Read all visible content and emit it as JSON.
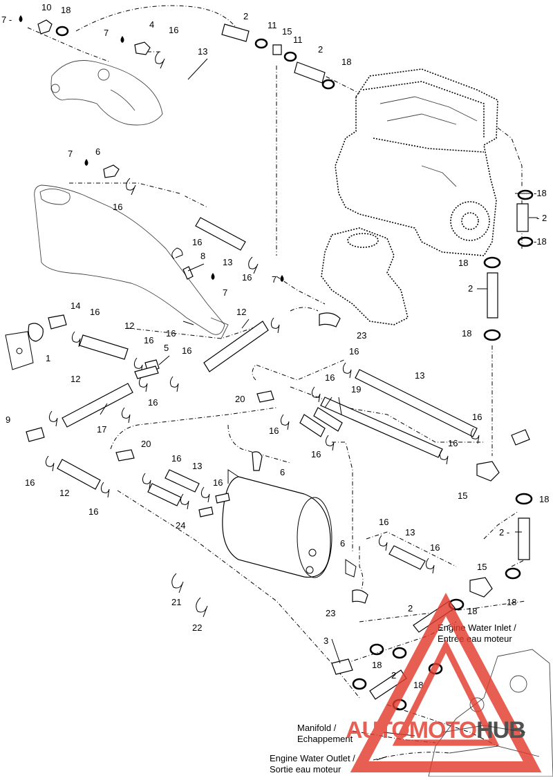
{
  "callouts": [
    {
      "n": "7 -"
    },
    {
      "n": "10"
    },
    {
      "n": "18"
    },
    {
      "n": "2"
    },
    {
      "n": "11"
    },
    {
      "n": "15"
    },
    {
      "n": "11"
    },
    {
      "n": "2"
    },
    {
      "n": "18"
    },
    {
      "n": "7"
    },
    {
      "n": "4"
    },
    {
      "n": "16"
    },
    {
      "n": "13"
    },
    {
      "n": "7"
    },
    {
      "n": "6"
    },
    {
      "n": "16"
    },
    {
      "n": "-18"
    },
    {
      "n": "- 2"
    },
    {
      "n": "-18"
    },
    {
      "n": "16"
    },
    {
      "n": "8"
    },
    {
      "n": "13"
    },
    {
      "n": "16"
    },
    {
      "n": "7"
    },
    {
      "n": "7"
    },
    {
      "n": "18"
    },
    {
      "n": "2"
    },
    {
      "n": "14"
    },
    {
      "n": "16"
    },
    {
      "n": "12"
    },
    {
      "n": "16"
    },
    {
      "n": "12"
    },
    {
      "n": "23"
    },
    {
      "n": "18"
    },
    {
      "n": "1"
    },
    {
      "n": "16"
    },
    {
      "n": "5"
    },
    {
      "n": "16"
    },
    {
      "n": "16"
    },
    {
      "n": "12"
    },
    {
      "n": "16"
    },
    {
      "n": "16"
    },
    {
      "n": "13"
    },
    {
      "n": "16"
    },
    {
      "n": "20"
    },
    {
      "n": "19"
    },
    {
      "n": "9"
    },
    {
      "n": "17"
    },
    {
      "n": "16"
    },
    {
      "n": "16"
    },
    {
      "n": "16"
    },
    {
      "n": "20"
    },
    {
      "n": "16"
    },
    {
      "n": "13"
    },
    {
      "n": "6"
    },
    {
      "n": "16"
    },
    {
      "n": "16"
    },
    {
      "n": "15"
    },
    {
      "n": "18"
    },
    {
      "n": "12"
    },
    {
      "n": "16"
    },
    {
      "n": "24"
    },
    {
      "n": "2 -"
    },
    {
      "n": "16"
    },
    {
      "n": "13"
    },
    {
      "n": "6"
    },
    {
      "n": "16"
    },
    {
      "n": "15"
    },
    {
      "n": "21"
    },
    {
      "n": "23"
    },
    {
      "n": "18"
    },
    {
      "n": "2"
    },
    {
      "n": "18"
    },
    {
      "n": "22"
    },
    {
      "n": "3"
    },
    {
      "n": "18"
    },
    {
      "n": "2"
    },
    {
      "n": "18"
    }
  ],
  "labels": {
    "inlet_en": "Engine Water Inlet /",
    "inlet_fr": "Entrée eau moteur",
    "manifold_en": "Manifold /",
    "manifold_fr": "Echappement",
    "outlet_en": "Engine Water Outlet /",
    "outlet_fr": "Sortie eau moteur"
  },
  "watermark": {
    "text": "AUTOMOTOHUB",
    "color_main": "#e23b2e",
    "color_dark": "#2b2b2b"
  }
}
